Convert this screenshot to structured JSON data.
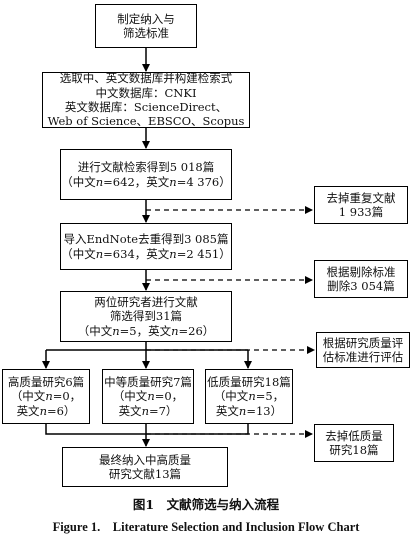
{
  "boxes": {
    "b1": [
      "制定纳入与",
      "筛选标准"
    ],
    "b2": [
      "选取中、英文数据库并构建检索式",
      "中文数据库：CNKI",
      "英文数据库：ScienceDirect、",
      "Web of Science、EBSCO、Scopus"
    ],
    "b3": [
      "进行文献检索得到5 018篇",
      "（中文n=642，英文n=4 376）"
    ],
    "b4": [
      "导入EndNote去重得到3 085篇",
      "（中文n=634，英文n=2 451）"
    ],
    "b5": [
      "两位研究者进行文献",
      "筛选得到31篇",
      "（中文n=5，英文n=26）"
    ],
    "hq": [
      "高质量研究6篇",
      "（中文n=0，",
      "英文n=6）"
    ],
    "mq": [
      "中等质量研究7篇",
      "（中文n=0，",
      "英文n=7）"
    ],
    "lq": [
      "低质量研究18篇",
      "（中文n=5，",
      "英文n=13）"
    ],
    "final": [
      "最终纳入中高质量",
      "研究文献13篇"
    ],
    "s1": [
      "去掉重复文献",
      "1 933篇"
    ],
    "s2": [
      "根据剔除标准",
      "删除3 054篇"
    ],
    "s3": [
      "根据研究质量评",
      "估标准进行评估"
    ],
    "s4": [
      "去掉低质量",
      "研究18篇"
    ]
  },
  "caption_zh": "图1　文献筛选与纳入流程",
  "caption_en": "Figure 1.　Literature Selection and Inclusion Flow Chart"
}
